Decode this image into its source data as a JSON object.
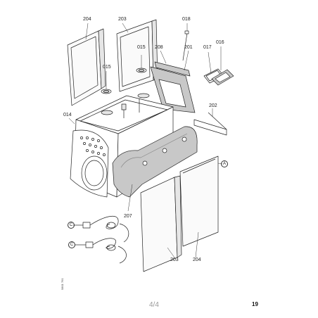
{
  "labels": {
    "l204a": "204",
    "l203a": "203",
    "l018": "018",
    "l015a": "015",
    "l208": "208",
    "l201": "201",
    "l017": "017",
    "l016": "016",
    "l015b": "015",
    "l202": "202",
    "l014": "014",
    "l207": "207",
    "l203b": "203",
    "l204b": "204"
  },
  "circle_markers": {
    "a": "A",
    "c1": "C",
    "c2": "C"
  },
  "footer": {
    "page_fraction": "4/4",
    "page_number": "19",
    "side_code": "5801 761"
  },
  "colors": {
    "line": "#222222",
    "insulation": "#c8c8c8",
    "shade": "#e6e6e6"
  }
}
